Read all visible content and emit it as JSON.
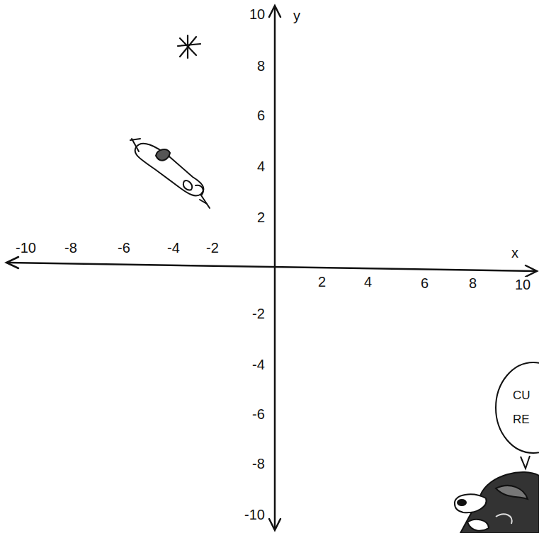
{
  "diagram": {
    "nodes": [
      {
        "text": [
          "CU RE"
        ]
      }
    ],
    "labels": [
      "y",
      "10",
      "8",
      "6",
      "4",
      "2",
      "-10",
      "-8",
      "-6",
      "-4",
      "-2",
      "x",
      "2",
      "4",
      "6",
      "8",
      "10",
      "-2",
      "-4",
      "-6",
      "-8",
      "-10"
    ]
  }
}
